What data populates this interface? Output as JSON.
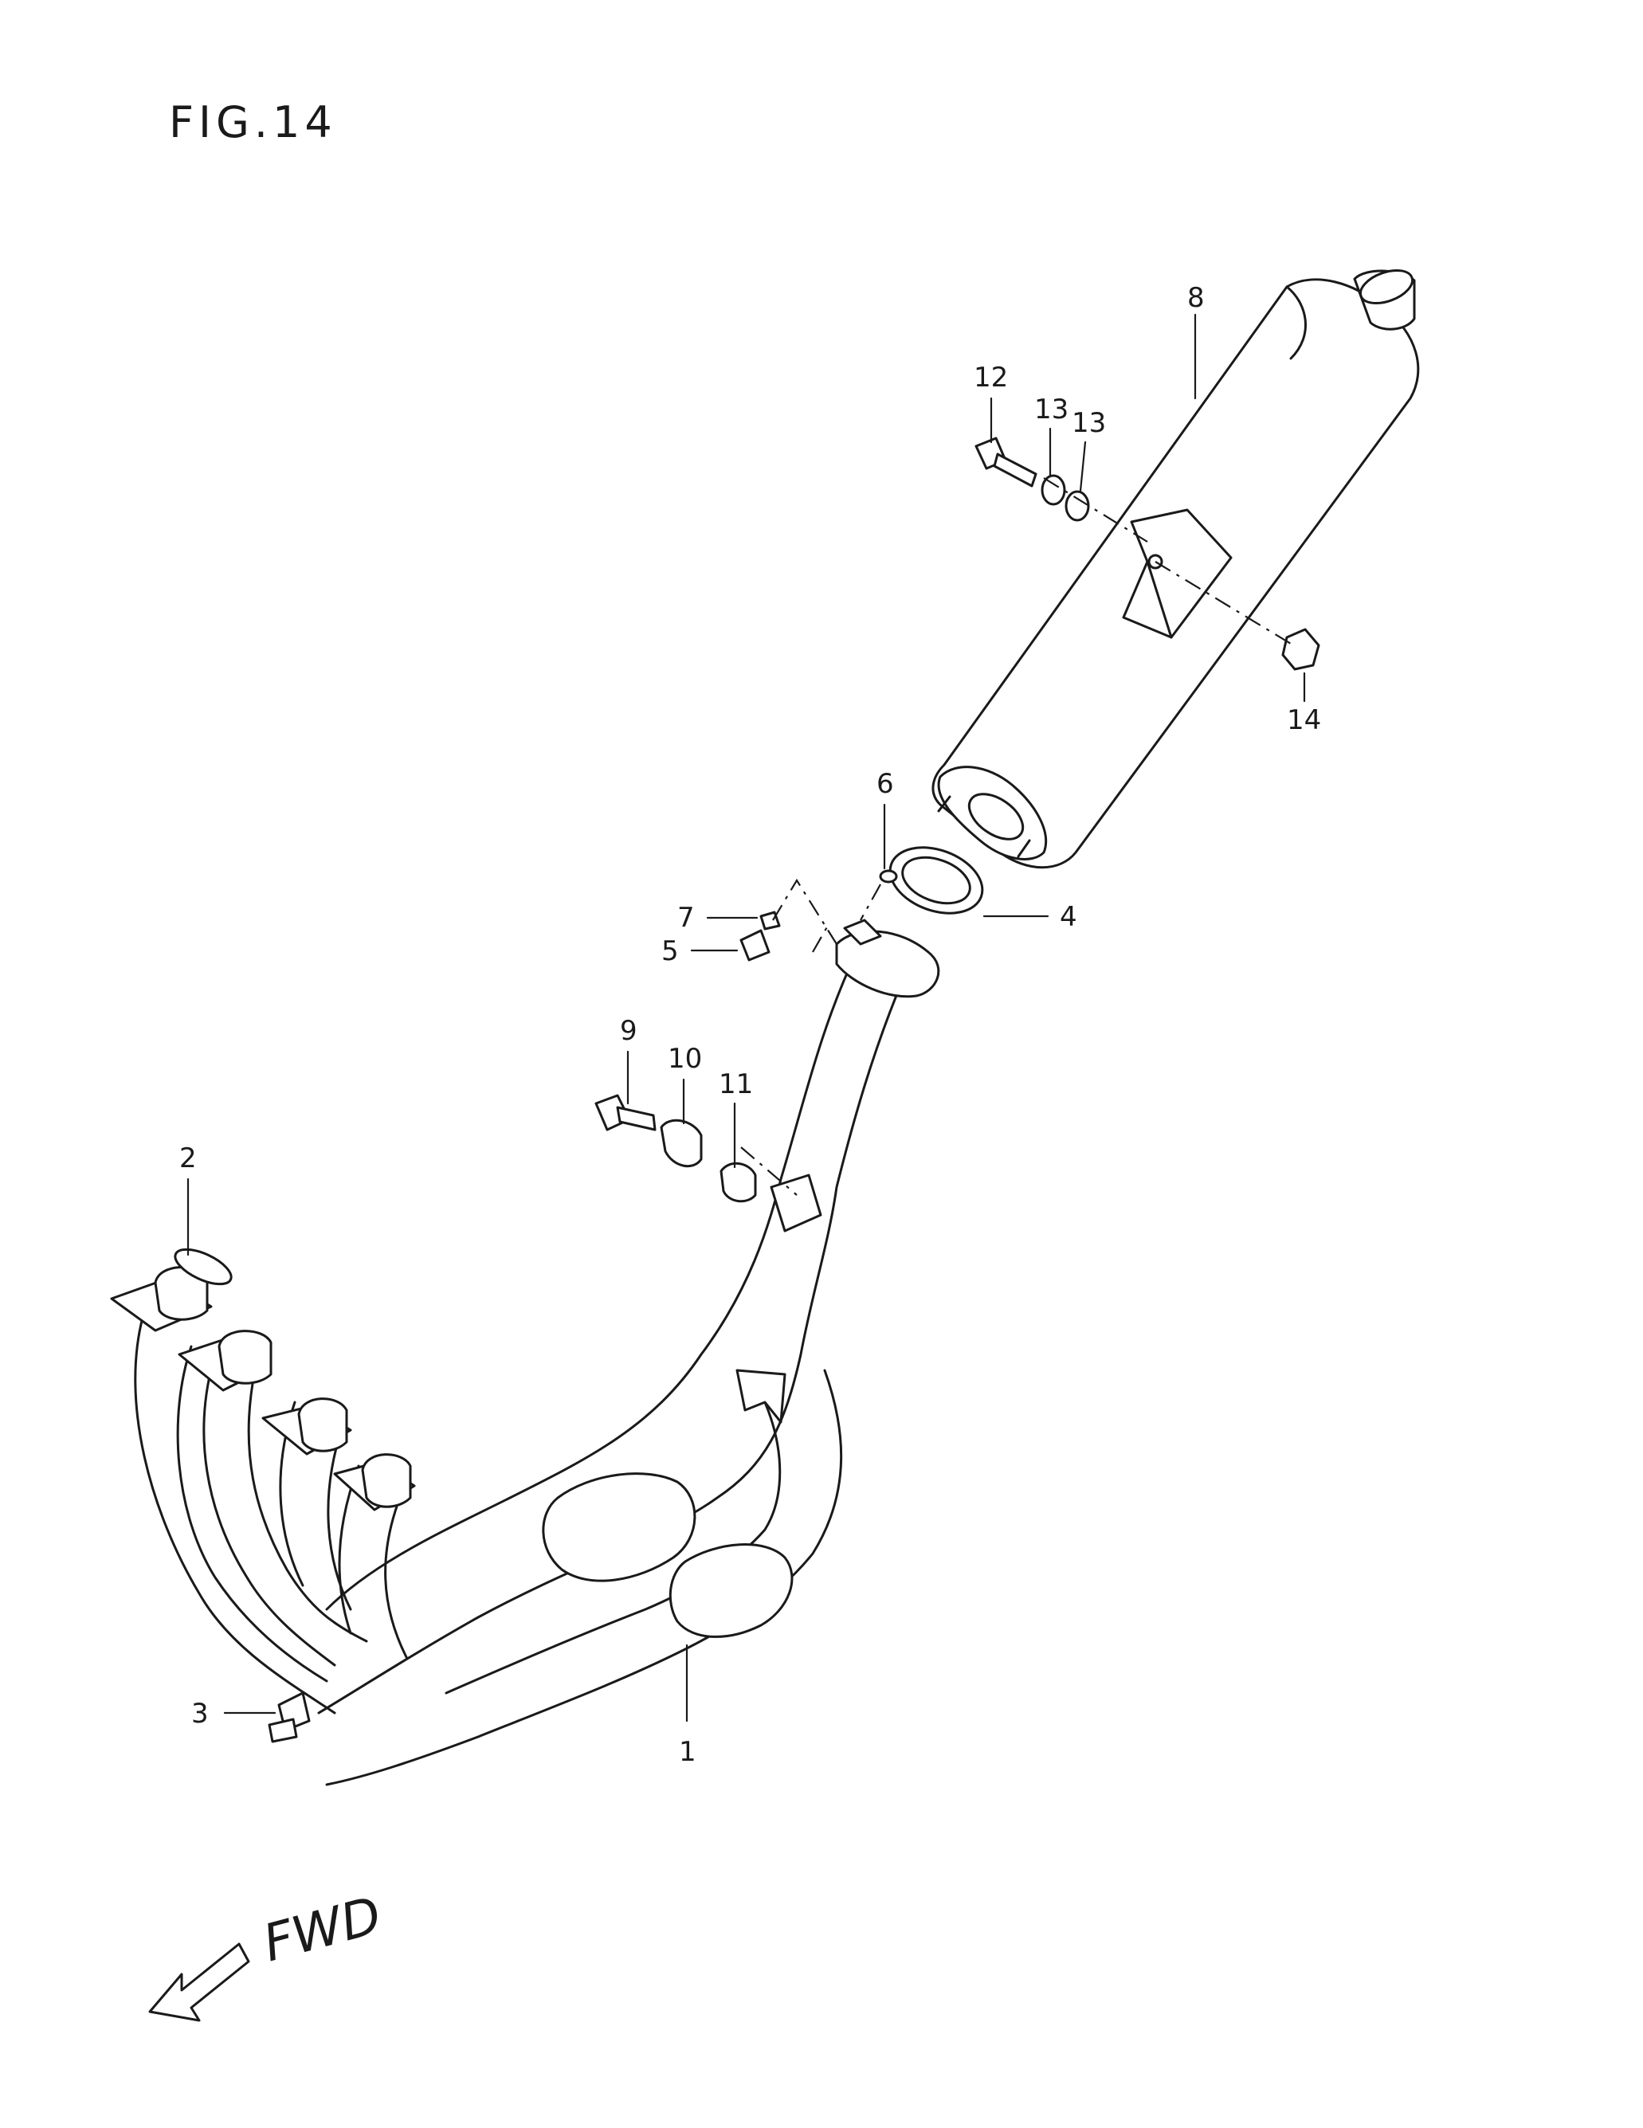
{
  "figure": {
    "title": "FIG.14",
    "direction_label": "FWD"
  },
  "callouts": [
    {
      "id": "1",
      "label": "1"
    },
    {
      "id": "2",
      "label": "2"
    },
    {
      "id": "3",
      "label": "3"
    },
    {
      "id": "4",
      "label": "4"
    },
    {
      "id": "5",
      "label": "5"
    },
    {
      "id": "6",
      "label": "6"
    },
    {
      "id": "7",
      "label": "7"
    },
    {
      "id": "8",
      "label": "8"
    },
    {
      "id": "9",
      "label": "9"
    },
    {
      "id": "10",
      "label": "10"
    },
    {
      "id": "11",
      "label": "11"
    },
    {
      "id": "12",
      "label": "12"
    },
    {
      "id": "13a",
      "label": "13"
    },
    {
      "id": "13b",
      "label": "13"
    },
    {
      "id": "14",
      "label": "14"
    }
  ]
}
